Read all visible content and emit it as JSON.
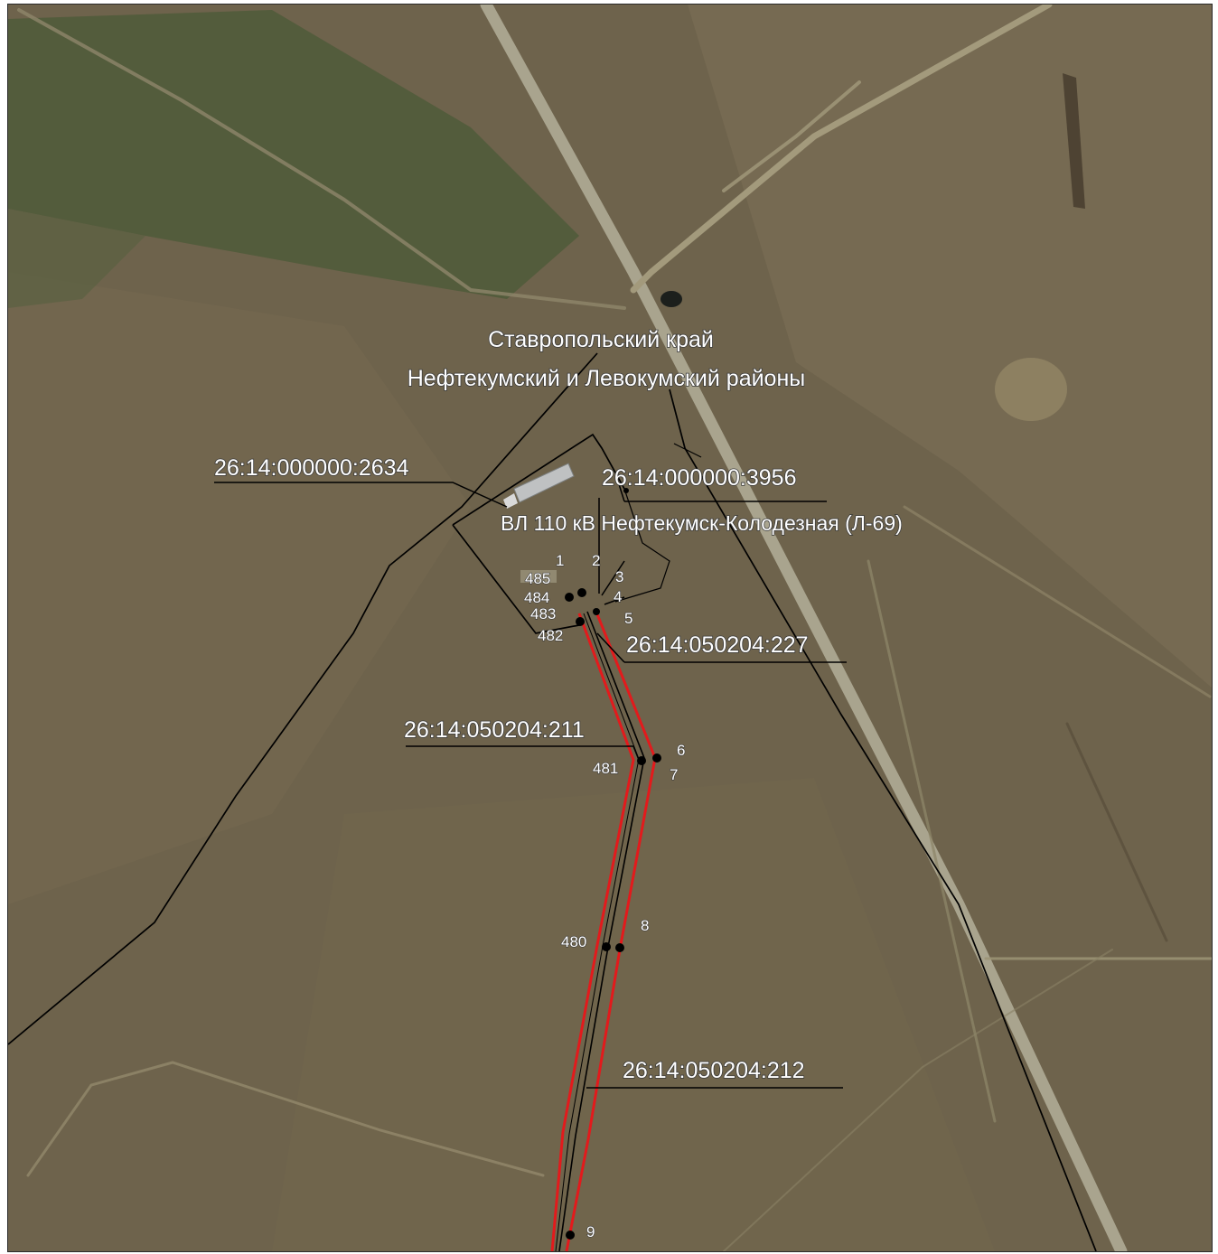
{
  "region": {
    "line1": "Ставропольский край",
    "line2": "Нефтекумский и Левокумский районы"
  },
  "power_line_label": "ВЛ 110 кВ Нефтекумск-Колодезная (Л-69)",
  "parcels": {
    "p2634": "26:14:000000:2634",
    "p3956": "26:14:000000:3956",
    "p227": "26:14:050204:227",
    "p211": "26:14:050204:211",
    "p212": "26:14:050204:212"
  },
  "points": {
    "pt1": "1",
    "pt2": "2",
    "pt3": "3",
    "pt4": "4",
    "pt5": "5",
    "pt6": "6",
    "pt7": "7",
    "pt8": "8",
    "pt9": "9",
    "pt480": "480",
    "pt481": "481",
    "pt482": "482",
    "pt483": "483",
    "pt484": "484",
    "pt485": "485"
  },
  "colors": {
    "terrain": "#6e634c",
    "field": "#7b6f55",
    "vegetation": "#4f5a3a",
    "road": "#a9a48e",
    "track": "#a39a7c",
    "boundary": "#000000",
    "corridor": "#e31a1c",
    "label_text": "#ffffff"
  }
}
